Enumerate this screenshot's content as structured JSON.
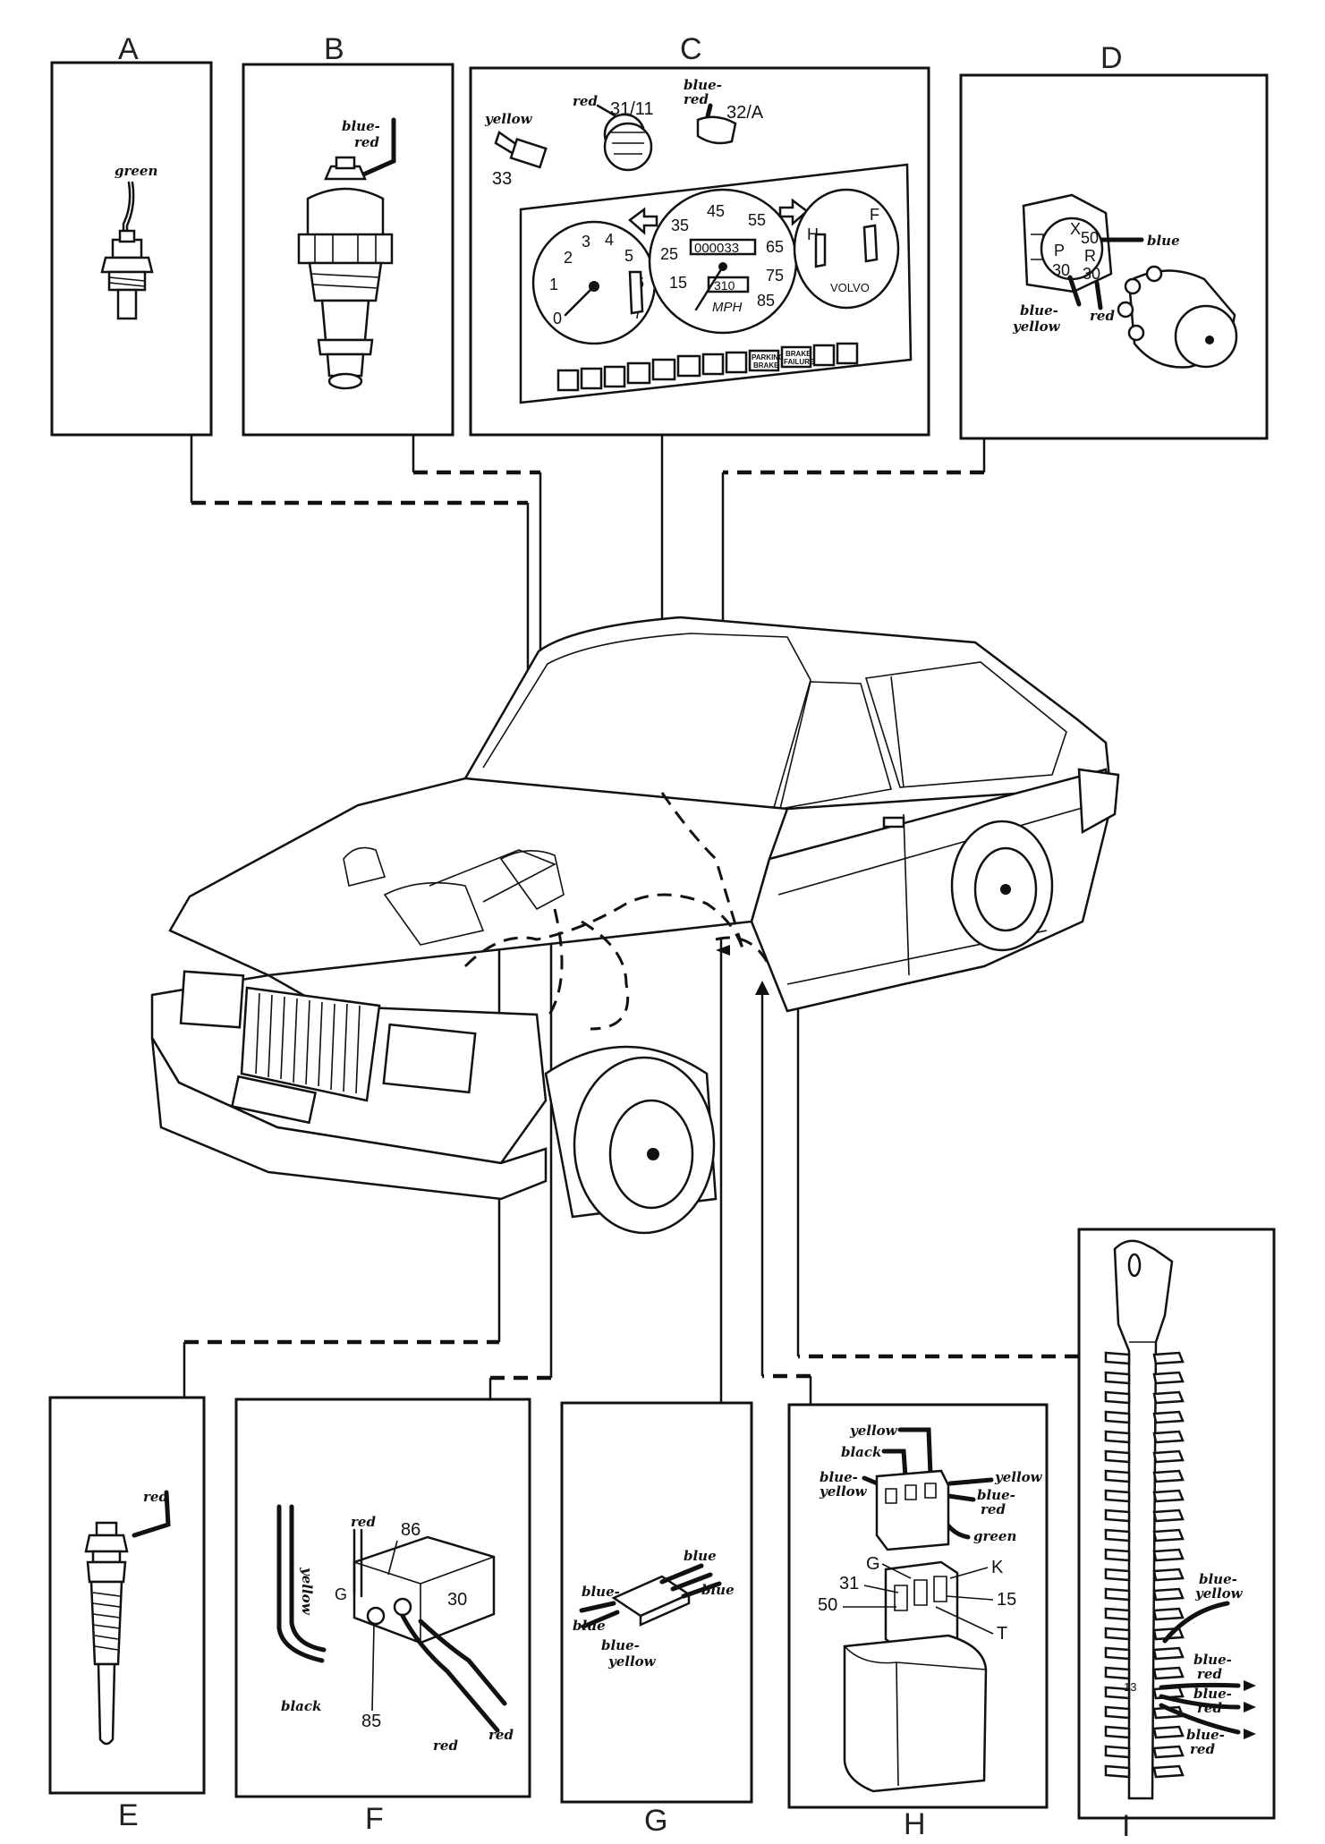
{
  "panels": {
    "A": {
      "letter": "A",
      "wires": {
        "green": "green"
      }
    },
    "B": {
      "letter": "B",
      "wires": {
        "blue_red_1": "blue-",
        "blue_red_2": "red"
      }
    },
    "C": {
      "letter": "C",
      "wires": {
        "yellow": "yellow",
        "red": "red",
        "blue_red_1": "blue-",
        "blue_red_2": "red"
      },
      "terminals": {
        "t33": "33",
        "t31_11": "31/11",
        "t32_A": "32/A"
      },
      "instrument": {
        "tach_ticks": [
          "0",
          "1",
          "2",
          "3",
          "4",
          "5",
          "6",
          "7"
        ],
        "speed_ticks": [
          "15",
          "25",
          "35",
          "45",
          "55",
          "65",
          "75",
          "85"
        ],
        "odometer": "000033",
        "trip": "310",
        "unit": "MPH",
        "temp_h": "H",
        "fuel_f": "F",
        "brand": "VOLVO",
        "lamp_parking": [
          "PARKING",
          "BRAKE"
        ],
        "lamp_brake": [
          "BRAKE",
          "FAILURE"
        ]
      }
    },
    "D": {
      "letter": "D",
      "wires": {
        "blue": "blue",
        "blue_yellow_1": "blue-",
        "blue_yellow_2": "yellow",
        "red": "red"
      },
      "switch_labels": {
        "x": "X",
        "p": "P",
        "r": "R",
        "t50": "50",
        "t30": "30",
        "t30b": "30"
      }
    },
    "E": {
      "letter": "E",
      "wires": {
        "red": "red"
      }
    },
    "F": {
      "letter": "F",
      "wires": {
        "yellow": "yellow",
        "red_top": "red",
        "black": "black",
        "red_a": "red",
        "red_b": "red"
      },
      "terminals": {
        "t86": "86",
        "t85": "85",
        "t30": "30",
        "g": "G"
      }
    },
    "G": {
      "letter": "G",
      "wires": {
        "blue_1": "blue",
        "blue_2": "blue",
        "blue_3": "blue-",
        "blue_4": "blue",
        "blue_yellow_1": "blue-",
        "blue_yellow_2": "yellow"
      }
    },
    "H": {
      "letter": "H",
      "wires": {
        "yellow_top": "yellow",
        "black": "black",
        "blue_yellow_1": "blue-",
        "blue_yellow_2": "yellow",
        "yellow_right": "yellow",
        "blue_red_1": "blue-",
        "blue_red_2": "red",
        "green": "green"
      },
      "terminals": {
        "g": "G",
        "k": "K",
        "t31": "31",
        "t50": "50",
        "t15": "15",
        "t": "T"
      }
    },
    "I": {
      "letter": "I",
      "wires": {
        "blue_yellow_1": "blue-",
        "blue_yellow_2": "yellow",
        "blue_red_a1": "blue-",
        "blue_red_a2": "red",
        "blue_red_b1": "blue-",
        "blue_red_b2": "red",
        "blue_red_c1": "blue-",
        "blue_red_c2": "red"
      },
      "terminals": {
        "t13": "13"
      }
    }
  }
}
